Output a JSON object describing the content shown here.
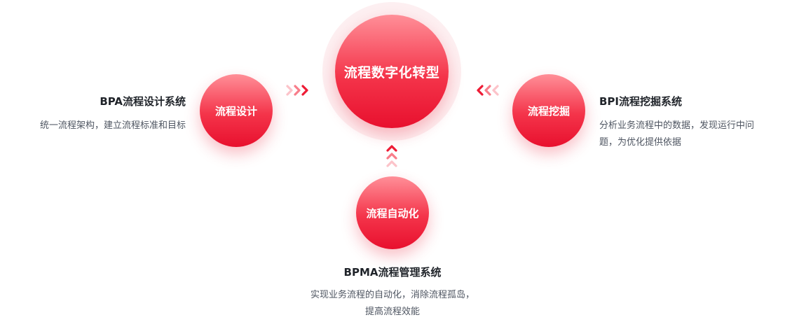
{
  "center": {
    "label": "流程数字化转型"
  },
  "nodes": {
    "left": {
      "label": "流程设计",
      "title": "BPA流程设计系统",
      "desc_lines": [
        "统一流程架构，建立流程标准和目标"
      ]
    },
    "right": {
      "label": "流程挖掘",
      "title": "BPI流程挖掘系统",
      "desc_lines": [
        "分析业务流程中的数据，发现运行中问",
        "题，为优化提供依据"
      ]
    },
    "bottom": {
      "label": "流程自动化",
      "title": "BPMA流程管理系统",
      "desc_lines": [
        "实现业务流程的自动化，消除流程孤岛，",
        "提高流程效能"
      ]
    }
  },
  "colors": {
    "accent": "#f4344a",
    "accent_dark": "#e8102e",
    "accent_light": "#ff8f98",
    "title_text": "#1f2329",
    "desc_text": "#4e5561"
  },
  "icons": {
    "left_arrows": "chevrons-right-icon",
    "right_arrows": "chevrons-left-icon",
    "bottom_arrows": "chevrons-up-icon"
  }
}
